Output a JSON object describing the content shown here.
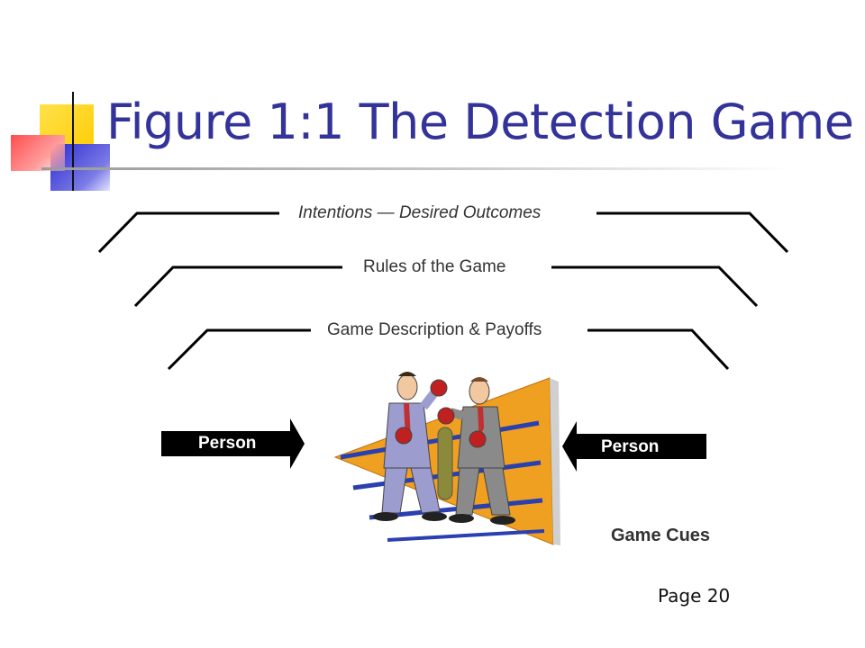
{
  "slide": {
    "title": "Figure 1:1 The Detection Game",
    "brackets": {
      "outer": "Intentions — Desired Outcomes",
      "middle": "Rules of the Game",
      "inner": "Game Description & Payoffs"
    },
    "left_arrow_label": "Person",
    "right_arrow_label": "Person",
    "game_cues": "Game Cues",
    "page_label": "Page 20"
  },
  "colors": {
    "title": "#33339a",
    "arrow_fill": "#000000",
    "ring_orange": "#f0a020",
    "ring_ropes": "#2a3fb0"
  }
}
